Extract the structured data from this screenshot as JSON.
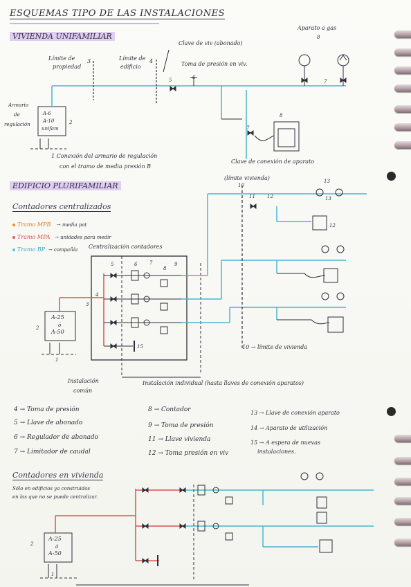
{
  "title": "ESQUEMAS TIPO DE LAS INSTALACIONES",
  "unifamiliar": {
    "heading": "VIVIENDA UNIFAMILIAR",
    "limite_propiedad": [
      "Límite de",
      "propiedad"
    ],
    "limite_propiedad_num": "3",
    "limite_edificio": [
      "Límite de",
      "edificio"
    ],
    "limite_edificio_num": "4",
    "clave_viv": "Clave de viv (abonado)",
    "toma_presion": "Toma de presión en viv.",
    "n5": "5",
    "n6": "6",
    "n7": "7",
    "n7b": "7",
    "n8": "8",
    "n8b": "8",
    "n2": "2",
    "aparato_gas": "Aparato a gas",
    "armario_label": [
      "Armario",
      "de",
      "regulación"
    ],
    "armario_box": [
      "A-6",
      "A-10",
      "unifam"
    ],
    "nota1": [
      "1 Conexión del armario de regulación",
      "con el tramo de media presión B"
    ],
    "clave_conexion": "Clave de conexión de aparato"
  },
  "plurifamiliar": {
    "heading": "EDIFICIO PLURIFAMILIAR",
    "centralizados": "Contadores centralizados",
    "tramos": [
      {
        "label": "Tramo MPB",
        "note": "→ media pot",
        "color": "#f08a2a"
      },
      {
        "label": "Tramo MPA",
        "note": "→ unidades para medir",
        "color": "#e85a5a"
      },
      {
        "label": "Tramo BP",
        "note": "→ compañía",
        "color": "#5cc0d8"
      }
    ],
    "centralizacion": "Centralización contadores",
    "limite_vivienda": "(límite vivienda)",
    "n10": "10",
    "n10b": "10 → límite de vivienda",
    "n11": "11",
    "n12": "12",
    "n12b": "12",
    "n13": "13",
    "n13b": "13",
    "n5": "5",
    "n6": "6",
    "n7": "7",
    "n8": "8",
    "n9": "9",
    "n3": "3",
    "n4": "4",
    "n2": "2",
    "n1": "1",
    "n15": "15",
    "armario_box": [
      "A-25",
      "ó",
      "A-50"
    ],
    "inst_comun": [
      "Instalación",
      "común"
    ],
    "inst_individual": "Instalación individual (hasta llaves de conexión aparatos)"
  },
  "legend": {
    "col1": [
      "4 → Toma de presión",
      "5 → Llave de abonado",
      "6 → Regulador de abonado",
      "7 → Limitador de caudal"
    ],
    "col2": [
      "8 → Contador",
      "9 → Toma de presión",
      "11 → Llave vivienda",
      "12 → Toma presión en viv"
    ],
    "col3": [
      "13 → Llave de conexión aparato",
      "14 → Aparato de utilización",
      "15 → A espera de nuevas",
      "instalaciones."
    ]
  },
  "vivienda": {
    "heading": "Contadores en vivienda",
    "note": [
      "Sólo en edificios ya construidos",
      "en los que no se puede centralizar."
    ],
    "armario_box": [
      "A-25",
      "ó",
      "A-50"
    ],
    "n2": "2",
    "n1": "1"
  },
  "colors": {
    "pipe_blue": "#48b6cf",
    "pipe_red": "#d9534f",
    "pipe_orange": "#f08a2a",
    "ink": "#2e2e3a",
    "heading_bg": "#e0cdf2"
  }
}
